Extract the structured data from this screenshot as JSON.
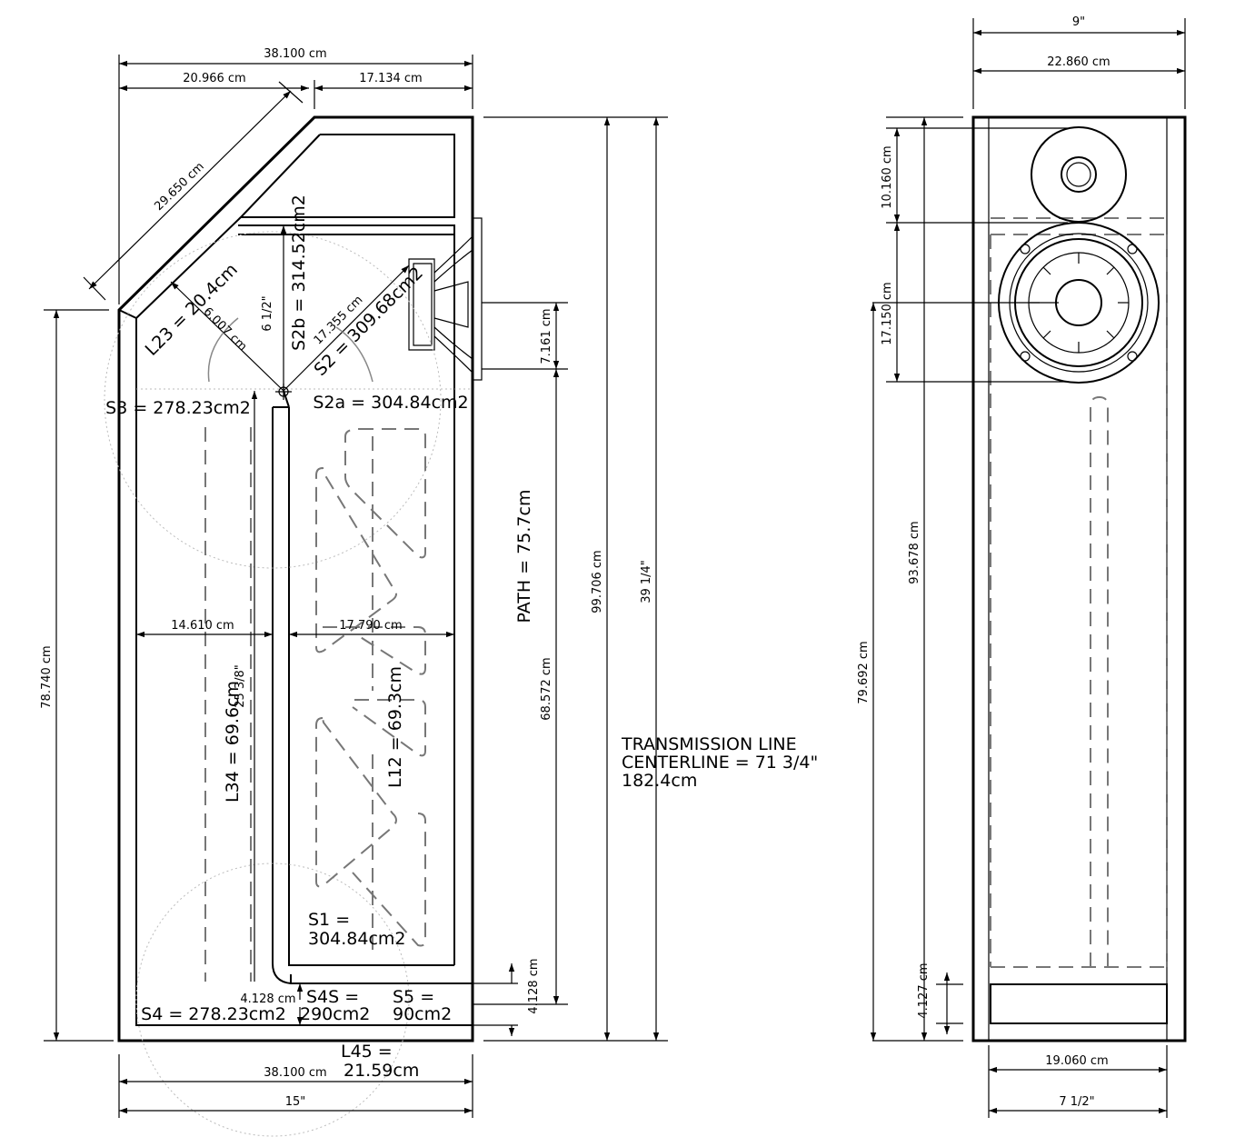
{
  "side_view": {
    "dims": {
      "total_width_cm": "38.100 cm",
      "top_left_width": "20.966 cm",
      "top_right_width": "17.134 cm",
      "diagonal": "29.650 cm",
      "left_height": "78.740 cm",
      "chamber_a_width": "14.610 cm",
      "chamber_b_width": "17.790 cm",
      "overall_height_cm": "99.706 cm",
      "overall_height_in": "39 1/4\"",
      "lower_height": "68.572 cm",
      "port_height": "7.161 cm",
      "bottom_gap": "4.128 cm",
      "bottom_gap_small": "4.128 cm",
      "bottom_width_cm": "38.100 cm",
      "bottom_width_in": "15\"",
      "diag_small": "6.007 cm",
      "diag_mid": "17.355 cm",
      "vert_small": "6 1/2\"",
      "vert_mid": "25 3/8\""
    },
    "labels": {
      "l23": "L23 = 20.4cm",
      "s2b": "S2b = 314.52cm2",
      "s2": "S2 = 309.68cm2",
      "s3": "S3 = 278.23cm2",
      "s2a": "S2a = 304.84cm2",
      "path": "PATH = 75.7cm",
      "l34": "L34 = 69.6cm",
      "l12": "L12 = 69.3cm",
      "s1_line1": "S1 =",
      "s1_line2": "304.84cm2",
      "s4": "S4 = 278.23cm2",
      "s4s_line1": "S4S =",
      "s4s_line2": "290cm2",
      "s5_line1": "S5 =",
      "s5_line2": "90cm2",
      "l45_line1": "L45 =",
      "l45_line2": "21.59cm",
      "tl_line1": "TRANSMISSION LINE",
      "tl_line2": "CENTERLINE = 71 3/4\"",
      "tl_line3": "182.4cm"
    }
  },
  "front_view": {
    "dims": {
      "width_in": "9\"",
      "width_cm": "22.860 cm",
      "tweeter_h": "10.160 cm",
      "woofer_h": "17.150 cm",
      "inner_h": "93.678 cm",
      "body_h": "79.692 cm",
      "base_h": "4.127 cm",
      "inner_w_cm": "19.060 cm",
      "inner_w_in": "7 1/2\""
    }
  }
}
